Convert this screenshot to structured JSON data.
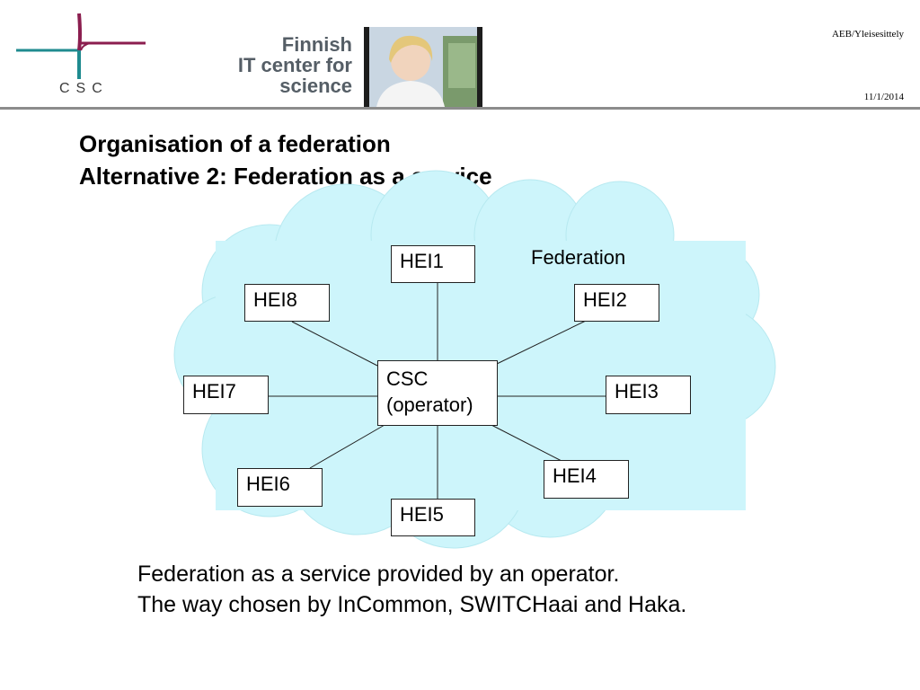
{
  "header": {
    "logo_text": "CSC",
    "tagline_lines": [
      "Finnish",
      "IT center for",
      "science"
    ],
    "meta_title": "AEB/Yleisesittely",
    "date": "11/1/2014",
    "colors": {
      "logo_teal": "#1f8b8f",
      "logo_magenta": "#8b1e4f",
      "rule": "#8c8c8c"
    }
  },
  "slide": {
    "title_line1": "Organisation of a federation",
    "title_line2": "Alternative 2: Federation as a service"
  },
  "diagram": {
    "cloud_label": "Federation",
    "cloud_color": "#cdf5fb",
    "center": {
      "line1": "CSC",
      "line2": "(operator)"
    },
    "nodes": [
      "HEI1",
      "HEI2",
      "HEI3",
      "HEI4",
      "HEI5",
      "HEI6",
      "HEI7",
      "HEI8"
    ]
  },
  "caption": {
    "line1": "Federation as a service provided by an operator.",
    "line2": "The way chosen by InCommon, SWITCHaai and Haka."
  }
}
